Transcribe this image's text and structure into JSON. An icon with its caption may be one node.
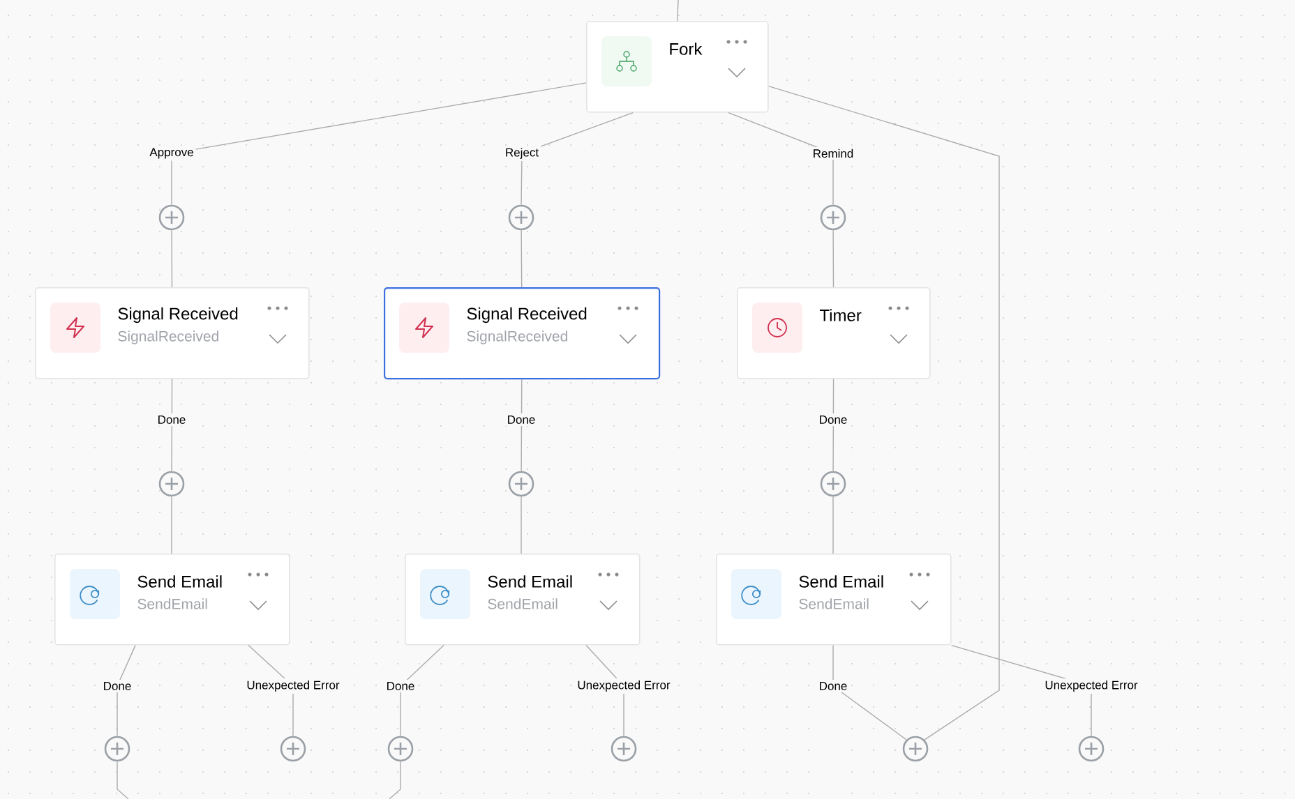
{
  "diagram": {
    "nodes": [
      {
        "text": [
          "Fork"
        ]
      },
      {
        "text": [],
        "shape": "circle"
      },
      {
        "text": [],
        "shape": "circle"
      },
      {
        "text": [],
        "shape": "circle"
      },
      {
        "text": [
          "Signal Received",
          "SignalReceived"
        ]
      },
      {
        "text": [
          "Signal Received",
          "SignalReceived"
        ]
      },
      {
        "text": [
          "Timer"
        ]
      },
      {
        "text": [],
        "shape": "circle"
      },
      {
        "text": [],
        "shape": "circle"
      },
      {
        "text": [],
        "shape": "circle"
      },
      {
        "text": [
          "Send Email",
          "SendEmail"
        ]
      },
      {
        "text": [
          "Send Email",
          "SendEmail"
        ]
      },
      {
        "text": [
          "Send Email",
          "SendEmail"
        ]
      },
      {
        "text": [],
        "shape": "circle"
      },
      {
        "text": [],
        "shape": "circle"
      },
      {
        "text": [],
        "shape": "circle"
      },
      {
        "text": [],
        "shape": "circle"
      },
      {
        "text": [],
        "shape": "circle"
      },
      {
        "text": [],
        "shape": "circle"
      }
    ],
    "edges": [
      {
        "from": null,
        "to": 0,
        "arrow": "none"
      },
      {
        "from": 0,
        "to": 1,
        "arrow": "none",
        "label": "Approve"
      },
      {
        "from": 0,
        "to": 2,
        "arrow": "none",
        "label": "Reject"
      },
      {
        "from": 0,
        "to": 3,
        "arrow": "none",
        "label": "Remind"
      },
      {
        "from": 0,
        "to": 17,
        "arrow": "none"
      },
      {
        "from": 1,
        "to": 4,
        "arrow": "none"
      },
      {
        "from": 2,
        "to": 5,
        "arrow": "none"
      },
      {
        "from": 3,
        "to": 6,
        "arrow": "none"
      },
      {
        "from": 4,
        "to": 7,
        "arrow": "none",
        "label": "Done"
      },
      {
        "from": 5,
        "to": 8,
        "arrow": "none",
        "label": "Done"
      },
      {
        "from": 6,
        "to": 9,
        "arrow": "none",
        "label": "Done"
      },
      {
        "from": 7,
        "to": 10,
        "arrow": "none"
      },
      {
        "from": 8,
        "to": 11,
        "arrow": "none"
      },
      {
        "from": 9,
        "to": 12,
        "arrow": "none"
      },
      {
        "from": 10,
        "to": 13,
        "arrow": "none",
        "label": "Done"
      },
      {
        "from": 10,
        "to": 14,
        "arrow": "none",
        "label": "Unexpected Error"
      },
      {
        "from": 11,
        "to": 15,
        "arrow": "none",
        "label": "Done"
      },
      {
        "from": 11,
        "to": 16,
        "arrow": "none",
        "label": "Unexpected Error"
      },
      {
        "from": 12,
        "to": 17,
        "arrow": "none",
        "label": "Done"
      },
      {
        "from": 12,
        "to": 18,
        "arrow": "none",
        "label": "Unexpected Error"
      },
      {
        "from": 13,
        "to": null,
        "arrow": "none"
      },
      {
        "from": 15,
        "to": null,
        "arrow": "none"
      }
    ]
  }
}
